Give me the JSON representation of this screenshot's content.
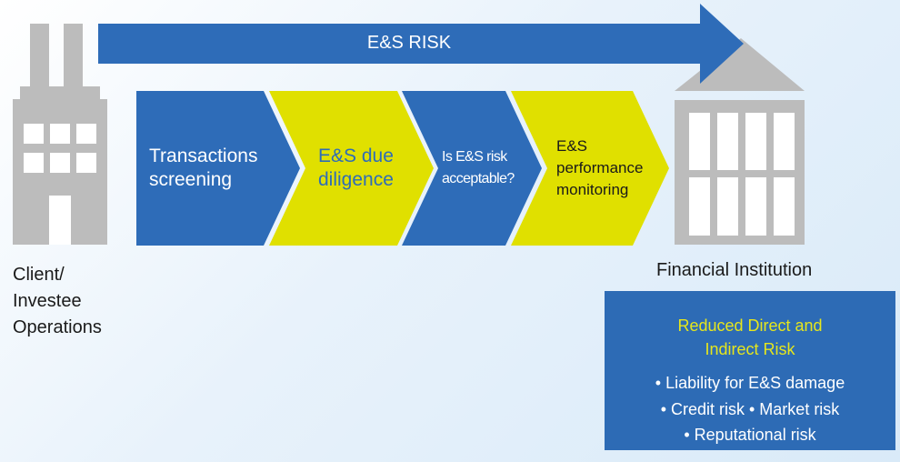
{
  "risk_arrow": {
    "label": "E&S RISK",
    "color": "#2e6cb8"
  },
  "client": {
    "line1": "Client/",
    "line2": "Investee",
    "line3": "Operations"
  },
  "institution": {
    "label": "Financial Institution"
  },
  "steps": [
    {
      "line1": "Transactions",
      "line2": "screening",
      "color": "#2e6cb8",
      "text_color": "#ffffff"
    },
    {
      "line1": "E&S due",
      "line2": "diligence",
      "color": "#e0e000",
      "text_color": "#2e6cb8"
    },
    {
      "line1": "Is E&S risk",
      "line2": "acceptable?",
      "color": "#2e6cb8",
      "text_color": "#ffffff"
    },
    {
      "line1": "E&S",
      "line2": "performance",
      "line3": "monitoring",
      "color": "#e0e000",
      "text_color": "#1a1a1a"
    }
  ],
  "risk_box": {
    "title1": "Reduced Direct and",
    "title2": "Indirect Risk",
    "item1": "• Liability for E&S damage",
    "item2": "• Credit risk • Market risk",
    "item3": "• Reputational risk",
    "title_color": "#e6e61c",
    "bg_color": "#2d6bb5"
  },
  "colors": {
    "building_gray": "#bcbcbc",
    "window_white": "#ffffff"
  }
}
